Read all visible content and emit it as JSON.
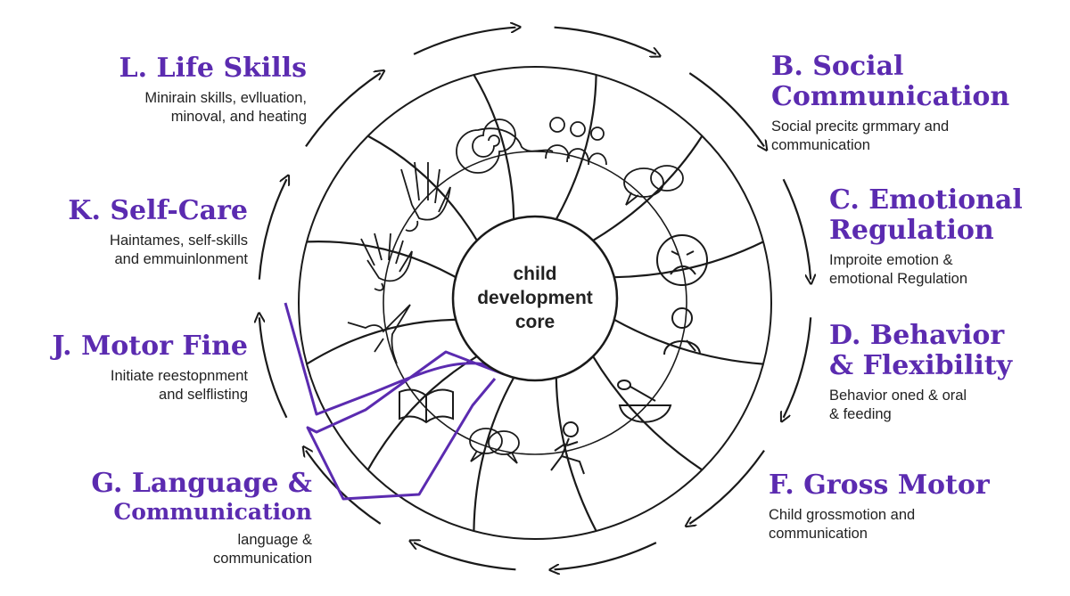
{
  "core": {
    "lines": [
      "child",
      "development",
      "core"
    ]
  },
  "labels": {
    "life_skills": {
      "title": "L. Life Skills",
      "desc": [
        "Minirain skills, evlluation,",
        "minoval, and heating"
      ]
    },
    "social_communication": {
      "title_lines": [
        "B. Social",
        "Communication"
      ],
      "desc": [
        "Social precitɛ grmmary and",
        "communication"
      ]
    },
    "emotional_regulation": {
      "title_lines": [
        "C. Emotional",
        "Regulation"
      ],
      "desc": [
        "Improite emotion &",
        "emotional Regulation"
      ]
    },
    "behavior_flexibility": {
      "title_lines": [
        "D. Behavior",
        "& Flexibility"
      ],
      "desc": [
        "Behavior oned & oral",
        "& feeding"
      ]
    },
    "gross_motor": {
      "title": "F. Gross Motor",
      "desc": [
        "Child grossmotion and",
        "communication"
      ]
    },
    "language_communication": {
      "title_lines": [
        "G. Language &",
        "Communication"
      ],
      "desc": [
        "language &",
        "communication"
      ]
    },
    "motor_fine": {
      "title": "J. Motor Fine",
      "desc": [
        "Initiate reestopnment",
        "and selflisting"
      ]
    },
    "self_care": {
      "title": "K. Self-Care",
      "desc": [
        "Haint⁠ames, self-skills",
        "and emmuinlonment"
      ]
    }
  },
  "icons": [
    "spiral-icon",
    "people-icon",
    "speech-bubbles-icon",
    "sad-face-icon",
    "person-icon",
    "spoon-bowl-icon",
    "running-child-icon",
    "chat-bubbles-icon",
    "open-book-icon",
    "hummingbird-icon",
    "open-hand-icon",
    "waving-hand-icon"
  ],
  "colors": {
    "accent": "#5b2bb0",
    "line": "#1a1a1a",
    "background": "#ffffff"
  }
}
